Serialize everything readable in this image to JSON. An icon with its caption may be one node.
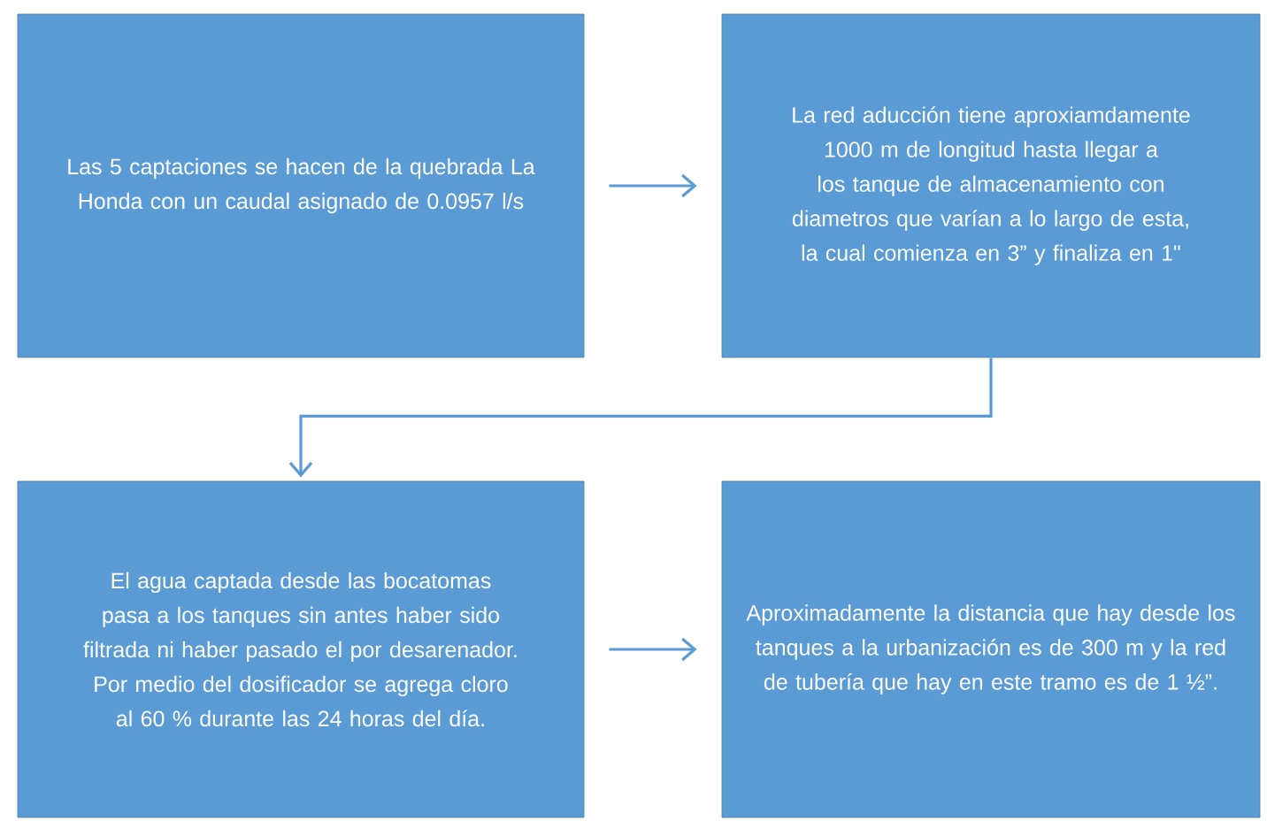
{
  "diagram": {
    "nodes": [
      {
        "text": [
          "Las 5 captaciones se hacen de la quebrada La Honda con un caudal asignado de 0.0957 l/s"
        ]
      },
      {
        "text": [
          "La red aducción tiene aproxiamdamente 1000 m de longitud hasta llegar a los tanque de almacenamiento con diametros que varían a lo largo de esta, la cual comienza en 3” y finaliza en 1\""
        ]
      },
      {
        "text": [
          "El agua captada desde las bocatomas pasa a los tanques sin antes haber sido filtrada ni haber pasado el por desarenador. Por medio del dosificador se agrega cloro al 60 % durante las 24 horas del día."
        ]
      },
      {
        "text": [
          "Aproximadamente la distancia que hay desde los tanques a la urbanización es de 300 m y la red de tubería que hay en este tramo es de 1 ½”."
        ]
      }
    ],
    "edges": [
      {
        "from": 0,
        "to": 1,
        "arrow": "to"
      },
      {
        "from": 1,
        "to": 2,
        "arrow": "to"
      },
      {
        "from": 2,
        "to": 3,
        "arrow": "to"
      }
    ]
  }
}
